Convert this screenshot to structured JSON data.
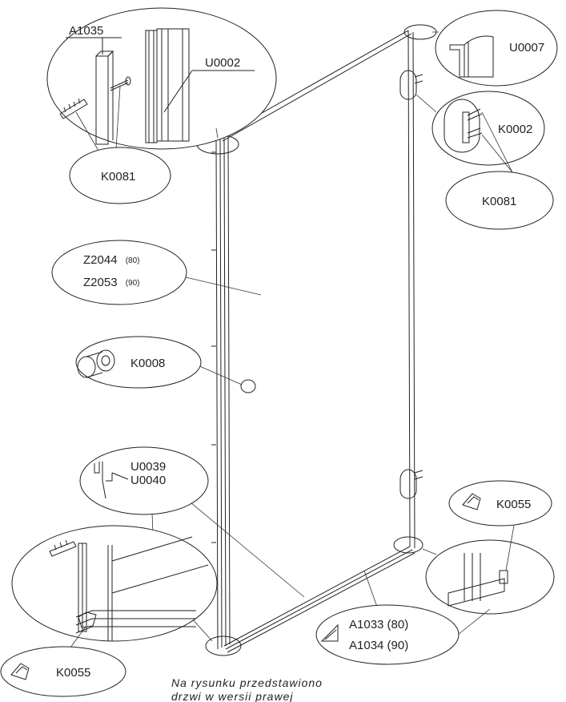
{
  "labels": {
    "a1035": "A1035",
    "u0002": "U0002",
    "k0081_left": "K0081",
    "u0007": "U0007",
    "k0002": "K0002",
    "k0081_right": "K0081",
    "z2044": "Z2044",
    "z2044_size": "(80)",
    "z2053": "Z2053",
    "z2053_size": "(90)",
    "k0008": "K0008",
    "u0039": "U0039",
    "u0040": "U0040",
    "k0055_right": "K0055",
    "k0055_left": "K0055",
    "a1033": "A1033 (80)",
    "a1034": "A1034 (90)"
  },
  "note": {
    "line1": "Na rysunku przedstawiono",
    "line2": "drzwi w wersii prawej"
  },
  "colors": {
    "stroke": "#222222",
    "background": "#ffffff"
  },
  "icons": [
    "wall-plug-icon",
    "screw-icon",
    "hinge-icon",
    "knob-icon",
    "end-cap-icon",
    "gasket-profile-icon"
  ]
}
